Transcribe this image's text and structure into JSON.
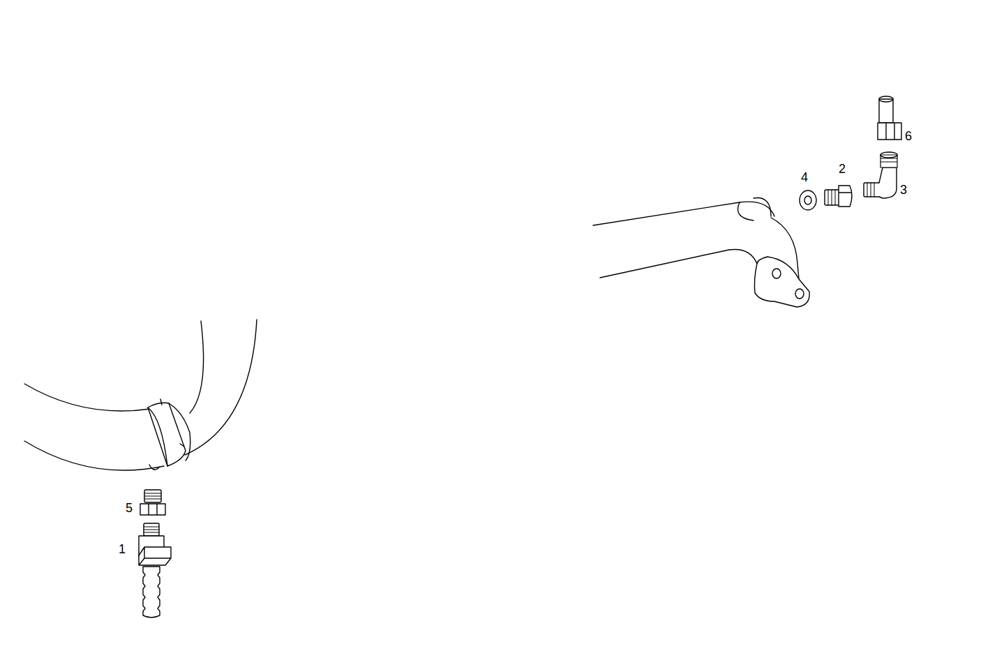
{
  "diagram": {
    "labels": [
      "6",
      "4",
      "2",
      "3",
      "5",
      "1"
    ]
  }
}
